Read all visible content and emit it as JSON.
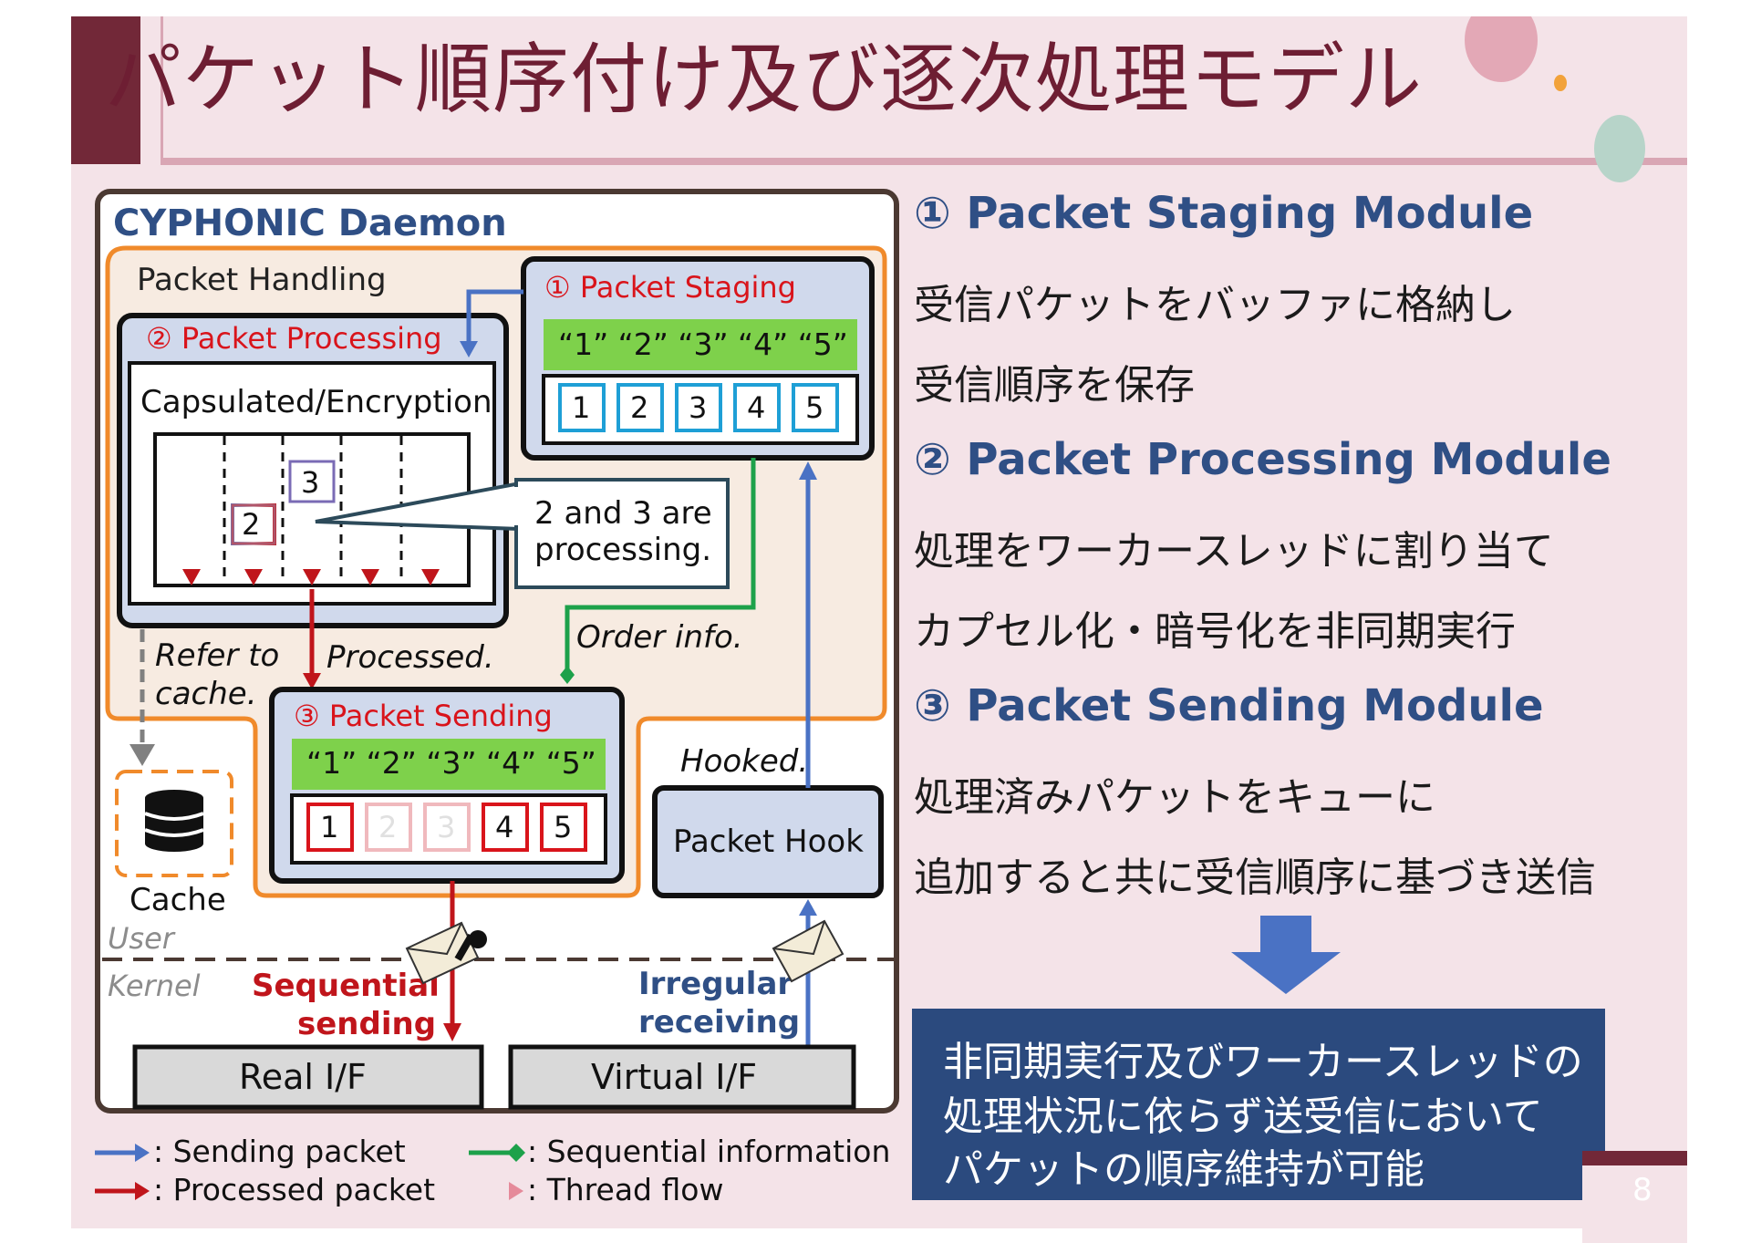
{
  "title": "パケット順序付け及び逐次処理モデル",
  "diagram": {
    "daemon_label": "CYPHONIC Daemon",
    "packet_handling_label": "Packet Handling",
    "staging": {
      "label": "① Packet Staging",
      "quoted": "“1” “2” “3” “4” “5”",
      "slots": [
        "1",
        "2",
        "3",
        "4",
        "5"
      ]
    },
    "processing": {
      "label": "② Packet Processing",
      "sublabel": "Capsulated/Encryption",
      "packet_a": "2",
      "packet_b": "3"
    },
    "callout": {
      "line1": "2 and 3 are",
      "line2": "processing."
    },
    "sending": {
      "label": "③ Packet Sending",
      "quoted": "“1” “2” “3” “4” “5”",
      "slots": [
        "1",
        "2",
        "3",
        "4",
        "5"
      ]
    },
    "refer_to_cache_1": "Refer to",
    "refer_to_cache_2": "cache.",
    "processed": "Processed.",
    "order_info": "Order info.",
    "hooked": "Hooked.",
    "packet_hook": "Packet Hook",
    "cache": "Cache",
    "user": "User",
    "kernel": "Kernel",
    "sequential_1": "Sequential",
    "sequential_2": "sending",
    "irregular_1": "Irregular",
    "irregular_2": "receiving",
    "real_if": "Real I/F",
    "virtual_if": "Virtual I/F",
    "legend": {
      "sending_packet": ": Sending packet",
      "processed_packet": ": Processed packet",
      "sequential_info": ": Sequential information",
      "thread_flow": ": Thread flow"
    }
  },
  "right": {
    "head1": "① Packet Staging Module",
    "body1a": "受信パケットをバッファに格納し",
    "body1b": "受信順序を保存",
    "head2": "② Packet Processing Module",
    "body2a": "処理をワーカースレッドに割り当て",
    "body2b": "カプセル化・暗号化を非同期実行",
    "head3": "③ Packet Sending Module",
    "body3a": "処理済みパケットをキューに",
    "body3b": "追加すると共に受信順序に基づき送信"
  },
  "conclusion": {
    "line1": "非同期実行及びワーカースレッドの",
    "line2": "処理状況に依らず送受信において",
    "line3": "パケットの順序維持が可能"
  },
  "page_number": "8",
  "colors": {
    "accent": "#722838",
    "title": "#6e1e33",
    "blue_arrow": "#4a72c4",
    "red_arrow": "#c0151b",
    "green": "#1da14a",
    "orange": "#f08a2b",
    "queue_green": "#7ed14b",
    "conclusion_bg": "#2b4a7e"
  }
}
